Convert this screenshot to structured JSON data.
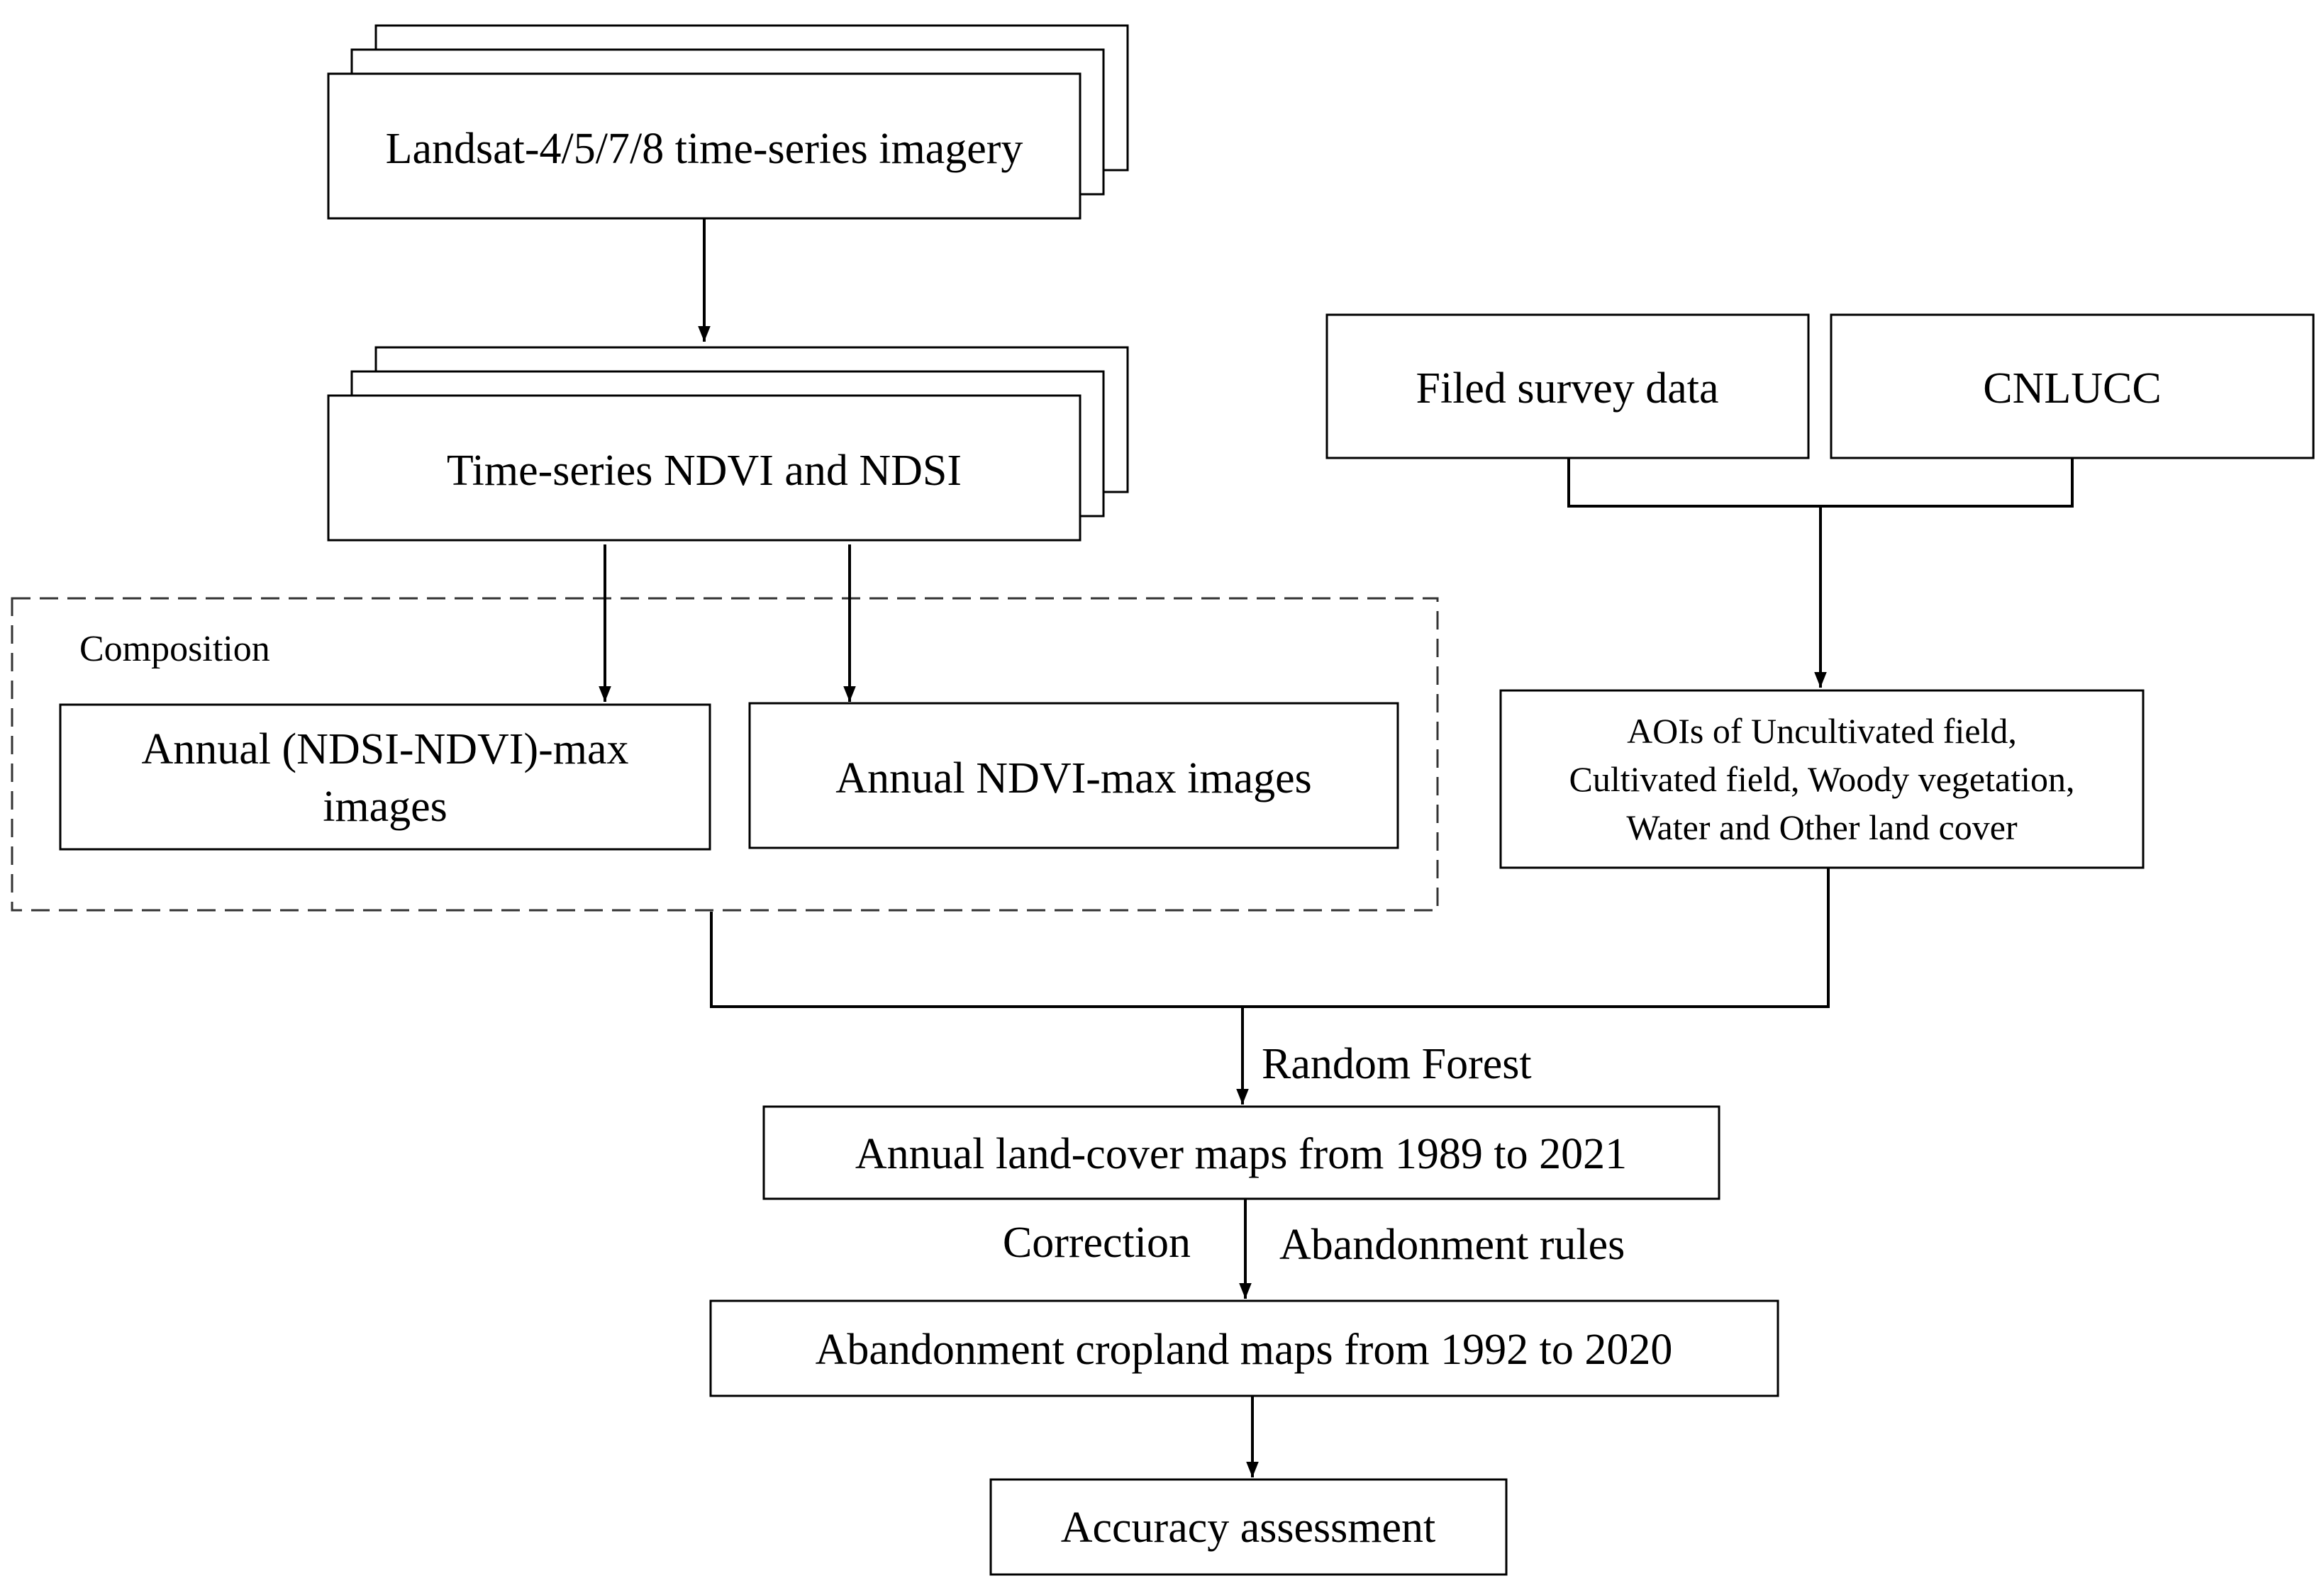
{
  "nodes": {
    "landsat": "Landsat-4/5/7/8 time-series imagery",
    "ndvi_ndsi": "Time-series NDVI and NDSI",
    "composition": "Composition",
    "annual_ndsi_ndvi_line1": "Annual (NDSI-NDVI)-max",
    "annual_ndsi_ndvi_line2": "images",
    "annual_ndvi_max": "Annual NDVI-max images",
    "field_survey": "Filed survey data",
    "cnlucc": "CNLUCC",
    "aois_line1": "AOIs of  Uncultivated field,",
    "aois_line2": "Cultivated field, Woody vegetation,",
    "aois_line3": "Water and Other land cover",
    "land_cover_maps": "Annual land-cover maps from 1989 to 2021",
    "abandonment_maps": "Abandonment cropland maps from 1992 to 2020",
    "accuracy": "Accuracy assessment"
  },
  "edges": {
    "random_forest": "Random Forest",
    "correction": "Correction",
    "abandonment_rules": "Abandonment rules"
  }
}
